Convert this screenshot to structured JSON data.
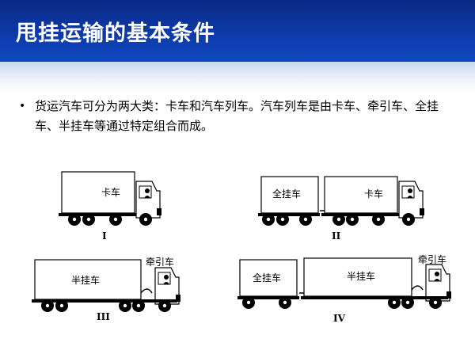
{
  "slide": {
    "title": "甩挂运输的基本条件",
    "bullet": "货运汽车可分为两大类：卡车和汽车列车。汽车列车是由卡车、牵引车、全挂车、半挂车等通过特定组合而成。"
  },
  "vehicles": {
    "truck_i": {
      "cargo_label": "卡车",
      "numeral": "I"
    },
    "train_ii": {
      "trailer_label": "全挂车",
      "truck_label": "卡车",
      "numeral": "II"
    },
    "semi_iii": {
      "trailer_label": "半挂车",
      "tractor_label": "牵引车",
      "numeral": "III"
    },
    "combo_iv": {
      "full_label": "全挂车",
      "semi_label": "半挂车",
      "tractor_label": "牵引车",
      "numeral": "IV"
    }
  }
}
